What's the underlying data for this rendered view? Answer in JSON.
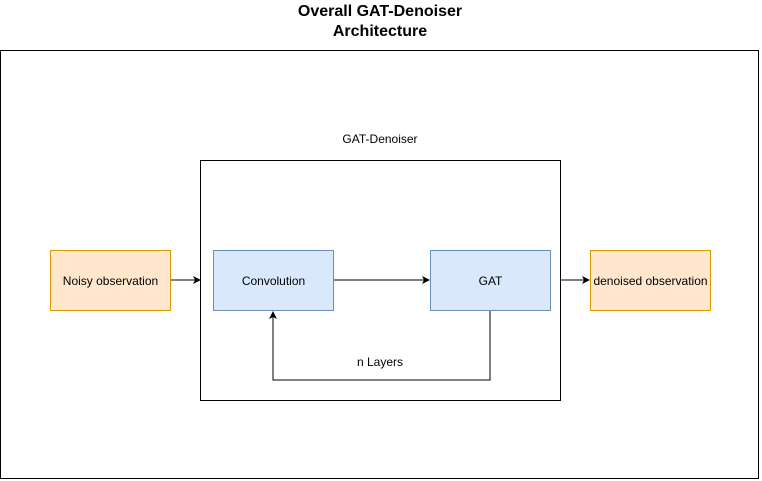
{
  "diagram": {
    "title_line1": "Overall GAT-Denoiser",
    "title_line2": "Architecture",
    "container_label": "GAT-Denoiser",
    "nodes": {
      "noisy": "Noisy observation",
      "convolution": "Convolution",
      "gat": "GAT",
      "denoised": "denoised observation"
    },
    "loop_label": "n Layers",
    "colors": {
      "input_output_fill": "#ffe6cc",
      "input_output_stroke": "#d79b00",
      "layer_fill": "#dae8fc",
      "layer_stroke": "#6c8ebf"
    }
  }
}
